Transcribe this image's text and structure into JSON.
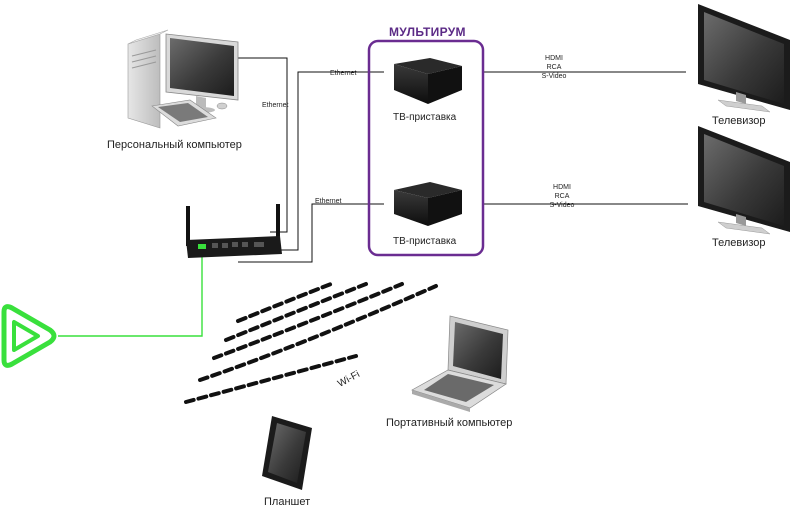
{
  "diagram": {
    "title": "МУЛЬТИРУМ",
    "devices": {
      "pc": "Персональный компьютер",
      "stb1": "ТВ-приставка",
      "stb2": "ТВ-приставка",
      "tv1": "Телевизор",
      "tv2": "Телевизор",
      "laptop": "Портативный компьютер",
      "tablet": "Планшет"
    },
    "links": {
      "pc_router": "Ethernet",
      "router_stb1": "Ethernet",
      "router_stb2": "Ethernet",
      "wifi": "Wi-Fi",
      "video1": [
        "HDMI",
        "RCA",
        "S-Video"
      ],
      "video2": [
        "HDMI",
        "RCA",
        "S-Video"
      ]
    },
    "colors": {
      "accent": "#6a2c91",
      "green": "#39e03c",
      "line": "#111111"
    },
    "icons": [
      "desktop-pc-icon",
      "router-icon",
      "set-top-box-icon",
      "tv-icon",
      "laptop-icon",
      "tablet-icon",
      "play-logo-icon"
    ]
  }
}
